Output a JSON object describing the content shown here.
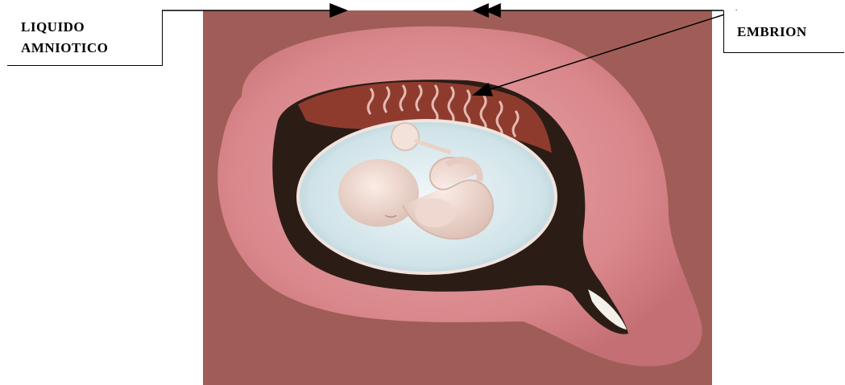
{
  "labels": {
    "liquido_amniotico": [
      "LIQUIDO",
      "AMNIOTICO"
    ],
    "embrion": "EMBRION"
  },
  "colors": {
    "background": "#ffffff",
    "uterus_outer": "#9c5a55",
    "uterine_wall": "#d98c8f",
    "placenta": "#8e3b2e",
    "amniotic_fluid": "#cfe3e8",
    "embryo": "#f2dcd3",
    "dark_cavity": "#2b1d16"
  }
}
